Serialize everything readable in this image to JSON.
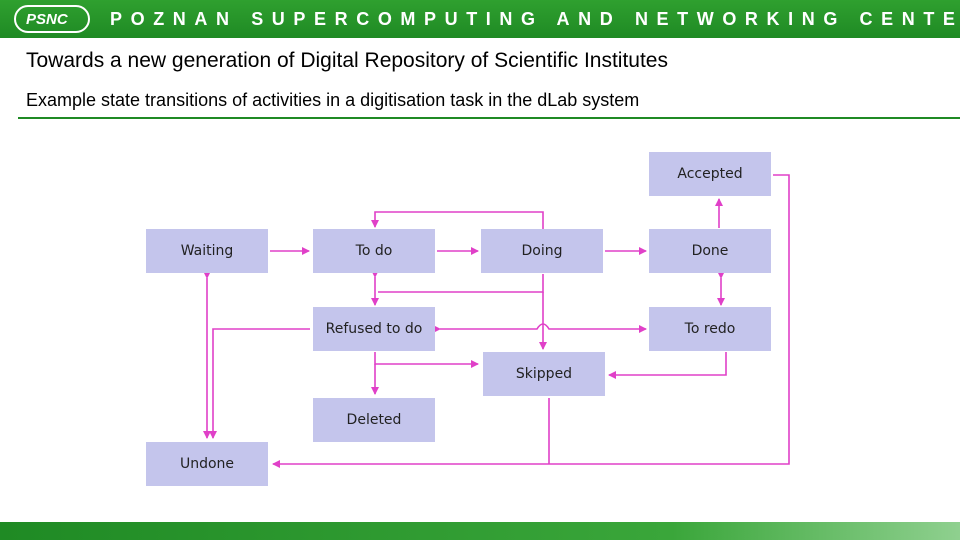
{
  "header": {
    "logo_text": "PSNC",
    "org_name": "POZNAN SUPERCOMPUTING AND NETWORKING CENTER"
  },
  "slide": {
    "title": "Towards a new generation of Digital Repository of Scientific Institutes",
    "subtitle": "Example state transitions of activities in a digitisation task in the dLab system"
  },
  "diagram": {
    "nodes": {
      "accepted": "Accepted",
      "waiting": "Waiting",
      "todo": "To do",
      "doing": "Doing",
      "done": "Done",
      "refused": "Refused to do",
      "toredo": "To redo",
      "skipped": "Skipped",
      "deleted": "Deleted",
      "undone": "Undone"
    },
    "colors": {
      "node_fill": "#c4c5ec",
      "arrow": "#e040c8",
      "brand": "#1f8a24"
    }
  }
}
